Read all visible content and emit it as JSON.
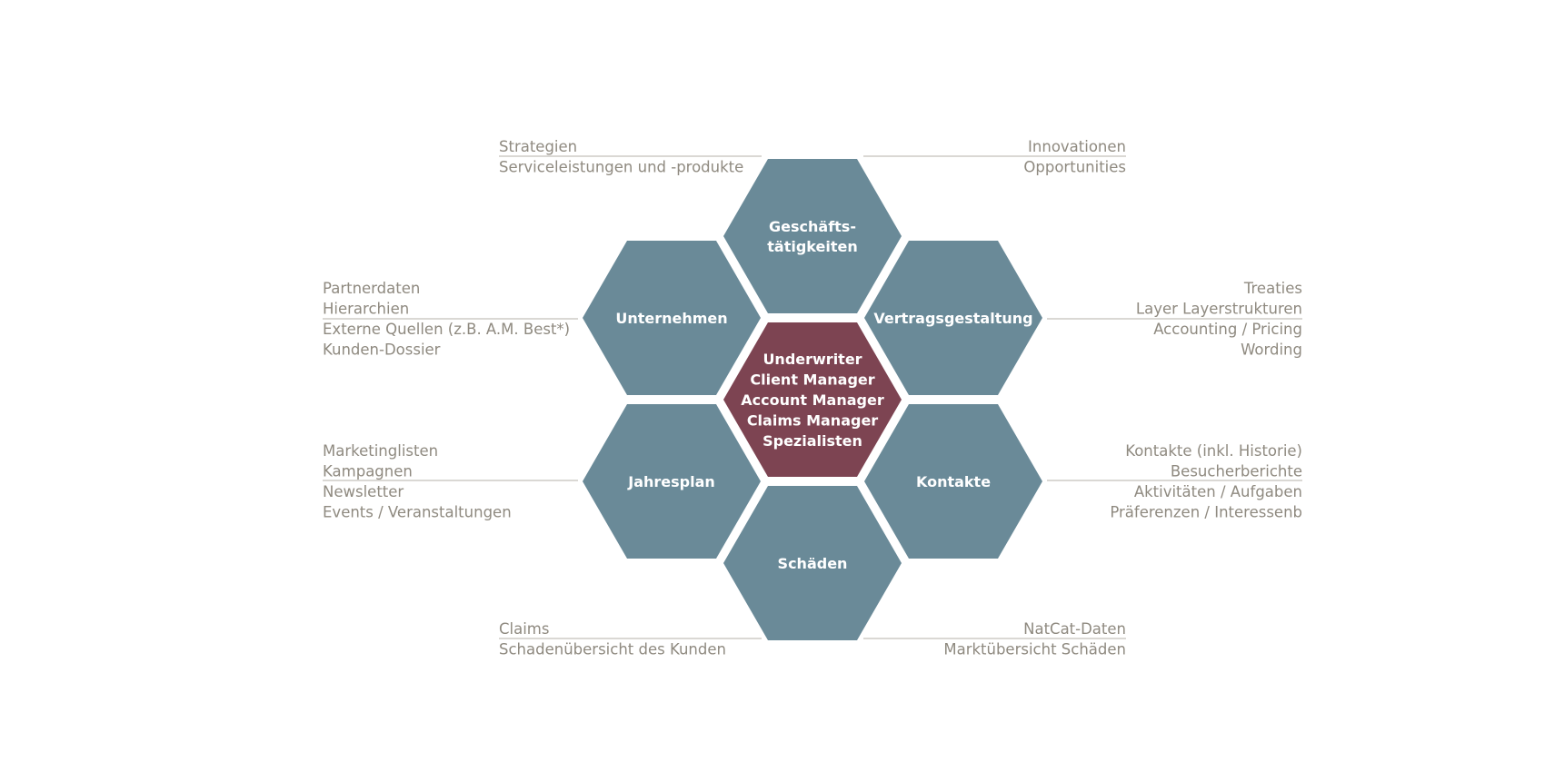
{
  "colors": {
    "hex_outer": "#6a8a98",
    "hex_center": "#7d4452",
    "note_text": "#8f8a80",
    "leader_line": "#b4b0a8"
  },
  "center": {
    "lines": [
      "Underwriter",
      "Client Manager",
      "Account Manager",
      "Claims Manager",
      "Spezialisten"
    ]
  },
  "hexagons": {
    "top": [
      "Geschäfts-",
      "tätigkeiten"
    ],
    "upper_left": [
      "Unternehmen"
    ],
    "upper_right": [
      "Vertragsgestaltung"
    ],
    "lower_left": [
      "Jahresplan"
    ],
    "lower_right": [
      "Kontakte"
    ],
    "bottom": [
      "Schäden"
    ]
  },
  "notes": {
    "top_left": [
      "Strategien",
      "Serviceleistungen und -produkte"
    ],
    "top_right": [
      "Innovationen",
      "Opportunities"
    ],
    "mid_left": [
      "Partnerdaten",
      "Hierarchien",
      "Externe Quellen (z.B. A.M. Best*)",
      "Kunden-Dossier"
    ],
    "mid_right": [
      "Treaties",
      "Layer Layerstrukturen",
      "Accounting / Pricing",
      "Wording"
    ],
    "low_left": [
      "Marketinglisten",
      "Kampagnen",
      "Newsletter",
      "Events / Veranstaltungen"
    ],
    "low_right": [
      "Kontakte (inkl. Historie)",
      "Besucherberichte",
      "Aktivitäten / Aufgaben",
      "Präferenzen / Interessenb"
    ],
    "bottom_left": [
      "Claims",
      "Schadenübersicht des Kunden"
    ],
    "bottom_right": [
      "NatCat-Daten",
      "Marktübersicht Schäden"
    ]
  }
}
